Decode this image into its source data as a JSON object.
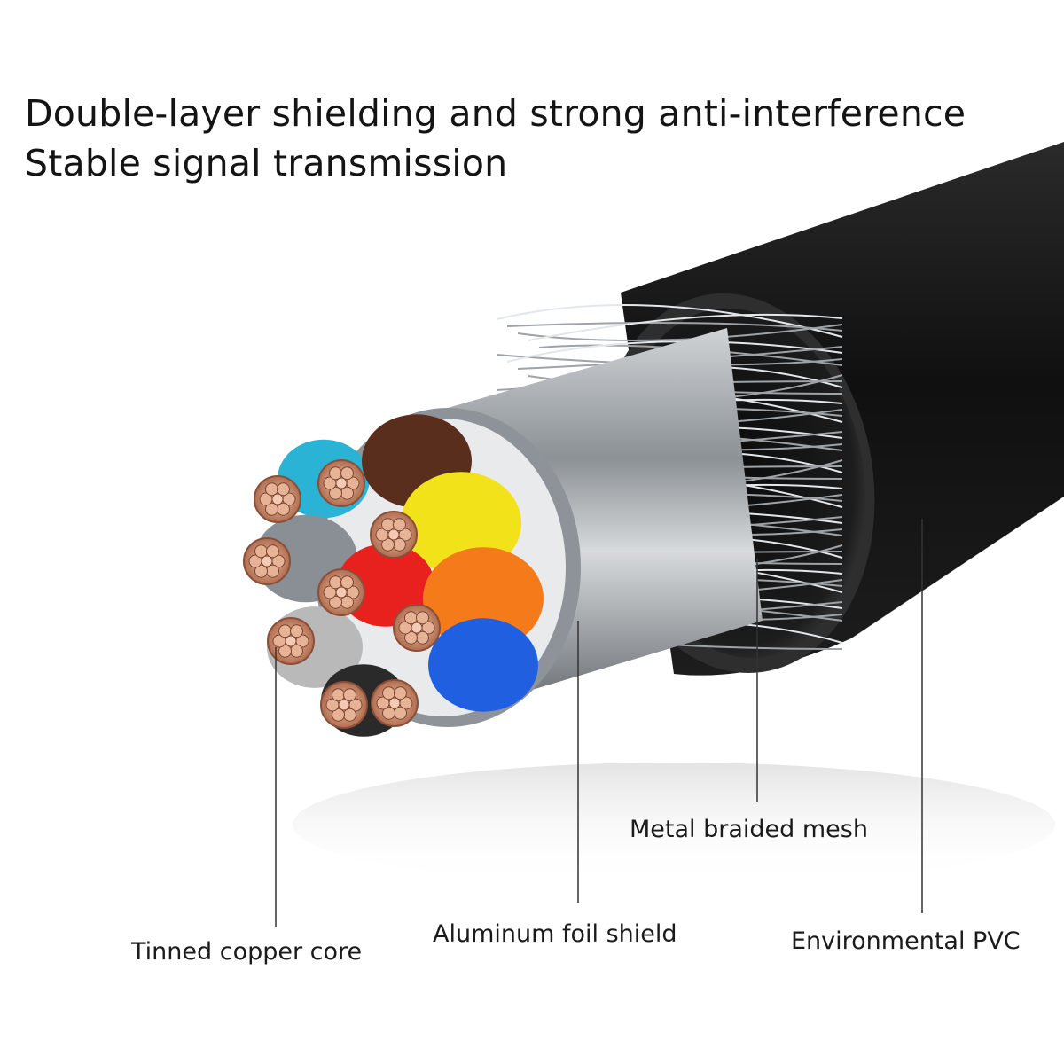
{
  "headline": {
    "line1": "Double-layer shielding and strong anti-interference",
    "line2": "Stable signal transmission"
  },
  "callouts": {
    "core": "Tinned copper core",
    "foil": "Aluminum foil shield",
    "mesh": "Metal braided mesh",
    "pvc": "Environmental PVC"
  },
  "colors": {
    "jacket": "#151515",
    "foil": "#9aa0a6",
    "copper": "#c98b6e",
    "wire_colors": [
      "#2bb3d6",
      "#5a2e1c",
      "#f2e21a",
      "#8a8f96",
      "#e8211e",
      "#f47a1a",
      "#b9b9b9",
      "#1f5fe0",
      "#2a2a2a"
    ]
  }
}
